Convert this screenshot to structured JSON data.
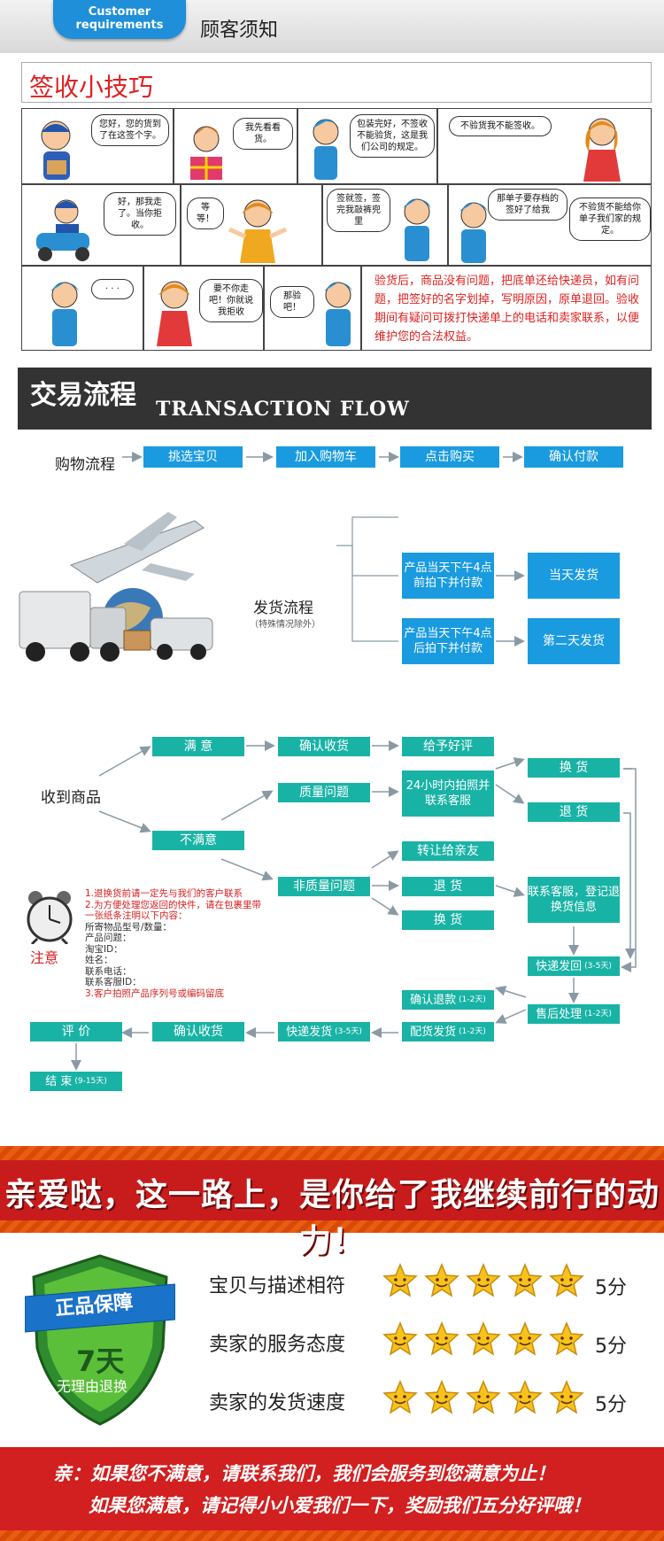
{
  "header": {
    "tab_line1": "Customer",
    "tab_line2": "requirements",
    "title": "顾客须知"
  },
  "tips": {
    "title": "签收小技巧",
    "bubbles": [
      "您好，您的货到了在这签个字。",
      "我先看看货。",
      "包装完好，不签收不能验货，这是我们公司的规定。",
      "不验货我不能签收。",
      "好，那我走了。当你拒收。",
      "等等！",
      "签就签，签完我敲裤兜里",
      "那单子要存档的签好了给我",
      "不验货不能给你单子我们家的规定。",
      "· · ·",
      "要不你走吧！你就说我拒收",
      "那验吧！"
    ],
    "note": "验货后，商品没有问题，把底单还给快递员，如有问题，把签好的名字划掉，写明原因，原单退回。验收期间有疑问可拨打快递单上的电话和卖家联系，以便维护您的合法权益。"
  },
  "flow": {
    "banner_cn": "交易流程",
    "banner_en": "TRANSACTION FLOW",
    "shopping_label": "购物流程",
    "shopping_steps": [
      "挑选宝贝",
      "加入购物车",
      "点击购买",
      "确认付款"
    ],
    "ship_label": "发货流程",
    "ship_sub": "（特殊情况除外）",
    "ship_cond1": "产品当天下午4点前拍下并付款",
    "ship_cond2": "产品当天下午4点后拍下并付款",
    "ship_res1": "当天发货",
    "ship_res2": "第二天发货",
    "receive_label": "收到商品",
    "satisfied": "满  意",
    "confirm_receipt": "确认收货",
    "good_review": "给予好评",
    "quality_issue": "质量问题",
    "contact_24h": "24小时内拍照并联系客服",
    "exchange": "换  货",
    "return": "退  货",
    "not_satisfied": "不满意",
    "transfer": "转让给亲友",
    "non_quality": "非质量问题",
    "return2": "退  货",
    "exchange2": "换  货",
    "contact_register": "联系客服，登记退换货信息",
    "express_return": "快递发回",
    "express_return_days": "(3-5天)",
    "after_sales": "售后处理",
    "after_sales_days": "(1-2天)",
    "confirm_refund": "确认退款",
    "confirm_refund_days": "(1-2天)",
    "dispatch": "配货发货",
    "dispatch_days": "(1-2天)",
    "express_ship": "快递发货",
    "express_ship_days": "(3-5天)",
    "confirm_receipt2": "确认收货",
    "review": "评  价",
    "end": "结 束",
    "end_days": "(9-15天)",
    "notice_label": "注意",
    "notice_lines": [
      "1.退换货前请一定先与我们的客户联系",
      "2.为方便处理您返回的快件，请在包裹里带",
      "一张纸条注明以下内容：",
      "所寄物品型号/数量：",
      "产品问题：",
      "淘宝ID：",
      "姓名：",
      "联系电话：",
      "联系客服ID：",
      "3.客户拍照产品序列号或编码留底"
    ]
  },
  "slogan": "亲爱哒，这一路上，是你给了我继续前行的动力！",
  "guarantee": {
    "title": "正品保障",
    "days": "7天",
    "sub": "无理由退换"
  },
  "ratings": [
    {
      "label": "宝贝与描述相符",
      "stars": 5,
      "score": "5分"
    },
    {
      "label": "卖家的服务态度",
      "stars": 5,
      "score": "5分"
    },
    {
      "label": "卖家的发货速度",
      "stars": 5,
      "score": "5分"
    }
  ],
  "footer": {
    "line1": "亲：如果您不满意，请联系我们，我们会服务到您满意为止！",
    "line2": "如果您满意，请记得小小爱我们一下，奖励我们五分好评哦！"
  }
}
